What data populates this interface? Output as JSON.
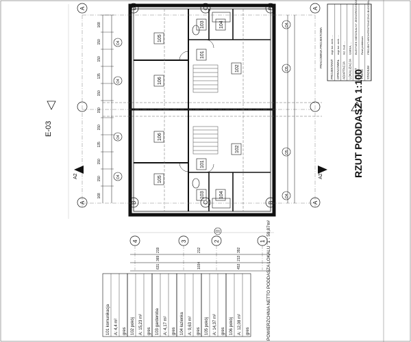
{
  "drawing": {
    "title": "RZUT PODDASZA 1:100",
    "elevation_ref": "E-03",
    "axes_rows": [
      "A",
      "B",
      "C",
      "B",
      "A"
    ],
    "axes_cols": [
      "4",
      "3",
      "2",
      "1"
    ],
    "axis_extra": "O1",
    "room_numbers": [
      "104",
      "103",
      "105",
      "106",
      "101",
      "102",
      "102",
      "101",
      "106",
      "105",
      "103",
      "104"
    ],
    "window_tags": [
      "O4",
      "O4",
      "O4",
      "O4",
      "O5",
      "O5",
      "O4",
      "O4"
    ],
    "dims_left": [
      "168",
      "150",
      "150",
      "135",
      "150",
      "150",
      "150",
      "135",
      "150",
      "150",
      "168"
    ],
    "dims_bottom": [
      "219",
      "212",
      "392",
      "369",
      "213",
      "1034",
      "631",
      "453"
    ],
    "area_note": "POWIERZCHNIA NETTO PODDASZA LOKALU \"1\": 59,87m²"
  },
  "rooms_table": [
    {
      "no": "101",
      "name": "komunikacja",
      "area": "A: 4,4 m²",
      "floor": "gres"
    },
    {
      "no": "102",
      "name": "pokój",
      "area": "A: 15,23 m²",
      "floor": "gres"
    },
    {
      "no": "103",
      "name": "garderoba",
      "area": "A: 4,17 m²",
      "floor": "gres"
    },
    {
      "no": "104",
      "name": "łazienka",
      "area": "A: 9,63 m²",
      "floor": "gres"
    },
    {
      "no": "105",
      "name": "pokój",
      "area": "A: 14,37 m²",
      "floor": "gres"
    },
    {
      "no": "106",
      "name": "pokój",
      "area": "A: 12,08 m²",
      "floor": "gres"
    }
  ],
  "title_block": {
    "rows": [
      {
        "label": "PROJEKTANT",
        "value": "mgr inż. arch. ..."
      },
      {
        "label": "OPRACOWAŁ",
        "value": "mgr inż. arch. ..."
      },
      {
        "label": "ADAPTACJA",
        "value": "inż. bud. ..."
      },
      {
        "label": "LOKALIZACJA",
        "value": "GMINA, ..."
      },
      {
        "label": "OBIEKT",
        "value": "BUDYNEK MIESZKALNY JEDNORODZINNY"
      },
      {
        "label": "TREŚĆ",
        "value": "Rzut poddasza"
      },
      {
        "label": "STADIUM",
        "value": "PROJEKT ARCHITEKTONICZNO-BUDOWLANY"
      }
    ],
    "company": "PRACOWNIA PROJEKTOWA"
  },
  "colors": {
    "ink": "#111111",
    "gray": "#666666",
    "hatch": "#444444"
  }
}
